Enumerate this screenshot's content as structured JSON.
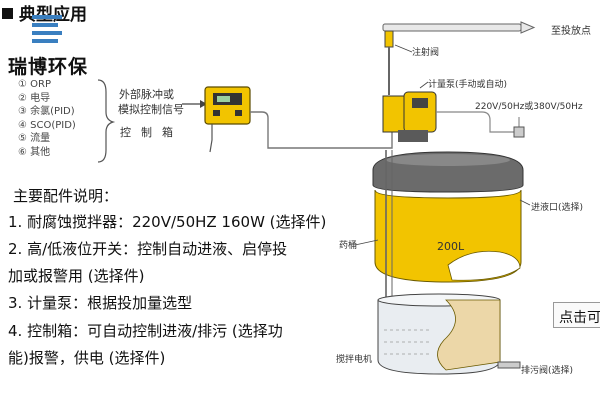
{
  "header": {
    "title": "典型应用"
  },
  "brand": {
    "name": "瑞博环保"
  },
  "params": [
    "① ORP",
    "② 电导",
    "③ 余氯(PID)",
    "④ SCO(PID)",
    "⑤ 流量",
    "⑥ 其他"
  ],
  "control": {
    "signal_line1": "外部脉冲或",
    "signal_line2": "模拟控制信号",
    "box_label": "控制箱"
  },
  "pump": {
    "label": "计量泵(手动或自动)",
    "power": "220V/50Hz或380V/50Hz"
  },
  "pipe": {
    "outlet": "至投放点",
    "injector": "注射阀"
  },
  "tank": {
    "volume": "200L",
    "inlet": "进液口(选择)",
    "label_chem": "药桶",
    "mixer": "搅拌电机",
    "drain": "排污阀(选择)"
  },
  "accessories": {
    "title": "主要配件说明：",
    "items": [
      "1. 耐腐蚀搅拌器：220V/50HZ 160W (选择件)",
      "2. 高/低液位开关：控制自动进液、启停投",
      "加或报警用 (选择件)",
      "3. 计量泵：根据投加量选型",
      "4. 控制箱：可自动控制进液/排污 (选择功",
      "能)报警，供电 (选择件)"
    ]
  },
  "button": {
    "label": "点击可"
  },
  "colors": {
    "tank_yellow": "#f2c400",
    "tank_gray": "#6b6b6b",
    "logo_blue": "#3a7fc0"
  }
}
